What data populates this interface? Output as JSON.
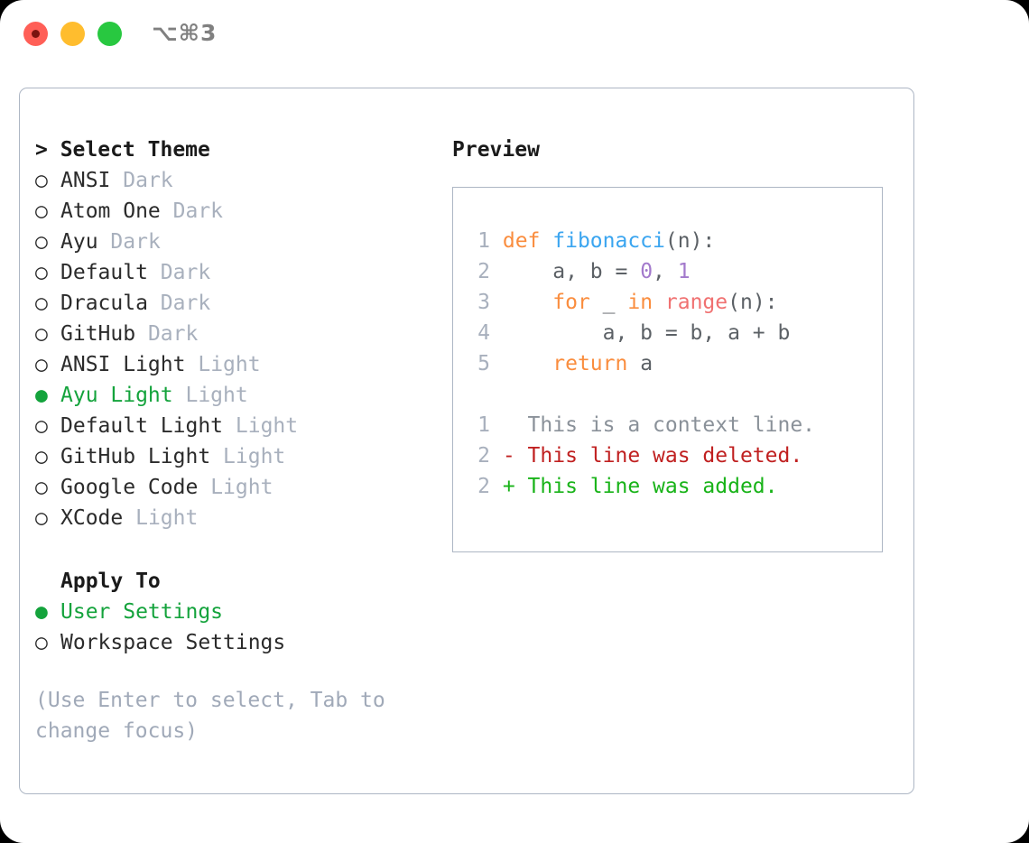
{
  "titlebar": {
    "shortcut": "⌥⌘3",
    "buttons": [
      "close",
      "minimize",
      "maximize"
    ]
  },
  "theme_picker": {
    "header": "> Select Theme",
    "options": [
      {
        "bullet": "○",
        "label": "ANSI",
        "tag": "Dark",
        "selected": false
      },
      {
        "bullet": "○",
        "label": "Atom One",
        "tag": "Dark",
        "selected": false
      },
      {
        "bullet": "○",
        "label": "Ayu",
        "tag": "Dark",
        "selected": false
      },
      {
        "bullet": "○",
        "label": "Default",
        "tag": "Dark",
        "selected": false
      },
      {
        "bullet": "○",
        "label": "Dracula",
        "tag": "Dark",
        "selected": false
      },
      {
        "bullet": "○",
        "label": "GitHub",
        "tag": "Dark",
        "selected": false
      },
      {
        "bullet": "○",
        "label": "ANSI Light",
        "tag": "Light",
        "selected": false
      },
      {
        "bullet": "●",
        "label": "Ayu Light",
        "tag": "Light",
        "selected": true
      },
      {
        "bullet": "○",
        "label": "Default Light",
        "tag": "Light",
        "selected": false
      },
      {
        "bullet": "○",
        "label": "GitHub Light",
        "tag": "Light",
        "selected": false
      },
      {
        "bullet": "○",
        "label": "Google Code",
        "tag": "Light",
        "selected": false
      },
      {
        "bullet": "○",
        "label": "XCode",
        "tag": "Light",
        "selected": false
      }
    ]
  },
  "apply_to": {
    "header": "Apply To",
    "options": [
      {
        "bullet": "●",
        "label": "User Settings",
        "selected": true
      },
      {
        "bullet": "○",
        "label": "Workspace Settings",
        "selected": false
      }
    ]
  },
  "hint": "(Use Enter to select, Tab to change focus)",
  "preview": {
    "title": "Preview",
    "code_lines": [
      {
        "num": "1",
        "indent": "",
        "tokens": [
          {
            "t": "def ",
            "c": "kw"
          },
          {
            "t": "fibonacci",
            "c": "fn"
          },
          {
            "t": "(n):",
            "c": "plain"
          }
        ]
      },
      {
        "num": "2",
        "indent": "    ",
        "tokens": [
          {
            "t": "a, b = ",
            "c": "plain"
          },
          {
            "t": "0",
            "c": "num"
          },
          {
            "t": ", ",
            "c": "plain"
          },
          {
            "t": "1",
            "c": "num"
          }
        ]
      },
      {
        "num": "3",
        "indent": "    ",
        "tokens": [
          {
            "t": "for ",
            "c": "kw"
          },
          {
            "t": "_ ",
            "c": "plain"
          },
          {
            "t": "in ",
            "c": "kw"
          },
          {
            "t": "range",
            "c": "bi"
          },
          {
            "t": "(n):",
            "c": "plain"
          }
        ]
      },
      {
        "num": "4",
        "indent": "        ",
        "tokens": [
          {
            "t": "a, b = b, a + b",
            "c": "plain"
          }
        ]
      },
      {
        "num": "5",
        "indent": "    ",
        "tokens": [
          {
            "t": "return ",
            "c": "kw"
          },
          {
            "t": "a",
            "c": "plain"
          }
        ]
      }
    ],
    "diff_lines": [
      {
        "num": "1",
        "marker": "  ",
        "text": "This is a context line.",
        "kind": "ctx"
      },
      {
        "num": "2",
        "marker": "- ",
        "text": "This line was deleted.",
        "kind": "del"
      },
      {
        "num": "2",
        "marker": "+ ",
        "text": "This line was added.",
        "kind": "add"
      }
    ]
  },
  "colors": {
    "accent_green": "#14a33c",
    "muted": "#a8b0bd",
    "border": "#adb6c4",
    "keyword": "#fa8d3e",
    "function": "#3aa5f0",
    "number": "#a37acc",
    "builtin": "#f07171",
    "diff_add": "#18b318",
    "diff_del": "#c02020"
  }
}
